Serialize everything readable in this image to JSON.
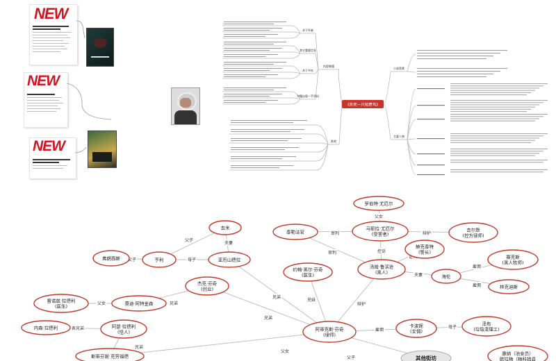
{
  "colors": {
    "accent": "#c0392b",
    "new_red": "#d0141f",
    "center_fill": "#c8342b",
    "line": "#b9b9b9"
  },
  "cards": [
    {
      "badge": "NEW"
    },
    {
      "badge": "NEW"
    },
    {
      "badge": "NEW"
    }
  ],
  "mindmap": {
    "center": "《杀死一只知更鸟》",
    "left_groups": [
      {
        "label": "关于作者"
      },
      {
        "label": "其它重要信息"
      },
      {
        "label": "关于书名"
      },
      {
        "label": "书籍出版一手资料"
      }
    ],
    "mid_label": "内容概要",
    "lower_group": "其他",
    "right_top": "小说背景",
    "right_bottom": "主要人物"
  },
  "relationship": {
    "nodes": [
      {
        "id": "robert",
        "label": "罗伯特·尤厄尔"
      },
      {
        "id": "bob",
        "label": "马耶拉·尤厄尔\n(受害者)"
      },
      {
        "id": "taylor",
        "label": "泰勒法官"
      },
      {
        "id": "gilmer",
        "label": "吉尔默\n(控方律师)"
      },
      {
        "id": "heck",
        "label": "赫克泰特\n(警长)"
      },
      {
        "id": "tom",
        "label": "汤姆·鲁滨逊\n(黑人)"
      },
      {
        "id": "helen",
        "label": "海伦"
      },
      {
        "id": "sykes",
        "label": "赛克斯\n(黑人牧师)"
      },
      {
        "id": "lynk",
        "label": "林克迪斯"
      },
      {
        "id": "jemmy",
        "label": "吉米"
      },
      {
        "id": "francis",
        "label": "弗朗西斯"
      },
      {
        "id": "henry",
        "label": "亨利"
      },
      {
        "id": "alexandra",
        "label": "亚历山德拉"
      },
      {
        "id": "john",
        "label": "约翰·黑尔·芬奇\n(医生)"
      },
      {
        "id": "jack",
        "label": "杰克·芬奇\n(创业)"
      },
      {
        "id": "reynolds",
        "label": "雷诺兹·拉德利\n(医生)"
      },
      {
        "id": "nathan",
        "label": "莫迪·阿特金森"
      },
      {
        "id": "atticus",
        "label": "阿蒂克斯·芬奇\n(律师)"
      },
      {
        "id": "calpurnia",
        "label": "卡波妮\n(女佣)"
      },
      {
        "id": "zeebo",
        "label": "泽布\n(垃圾清理工)"
      },
      {
        "id": "link",
        "label": "内森·拉德利"
      },
      {
        "id": "ajie",
        "label": "阿瑟·拉德利\n(怪人)"
      },
      {
        "id": "stephanie",
        "label": "斯蒂芬妮·克劳福德"
      },
      {
        "id": "others",
        "label": "其他街坊"
      },
      {
        "id": "kangna",
        "label": "康纳（治安员）\n欧拉梅（梅科姆县"
      }
    ],
    "edges": [
      {
        "label": "父女"
      },
      {
        "label": "审判"
      },
      {
        "label": "辩护"
      },
      {
        "label": "审判"
      },
      {
        "label": "控诉"
      },
      {
        "label": "证人"
      },
      {
        "label": "夫妻"
      },
      {
        "label": "雇佣"
      },
      {
        "label": "雇佣"
      },
      {
        "label": "父子"
      },
      {
        "label": "夫妻"
      },
      {
        "label": "父子"
      },
      {
        "label": "母子"
      },
      {
        "label": "兄弟"
      },
      {
        "label": "兄妹"
      },
      {
        "label": "兄弟"
      },
      {
        "label": "辩护"
      },
      {
        "label": "兄弟"
      },
      {
        "label": "雇佣"
      },
      {
        "label": "母子"
      },
      {
        "label": "父女"
      },
      {
        "label": "表兄弟"
      },
      {
        "label": "父女"
      },
      {
        "label": "父子"
      },
      {
        "label": "兄弟"
      }
    ]
  }
}
